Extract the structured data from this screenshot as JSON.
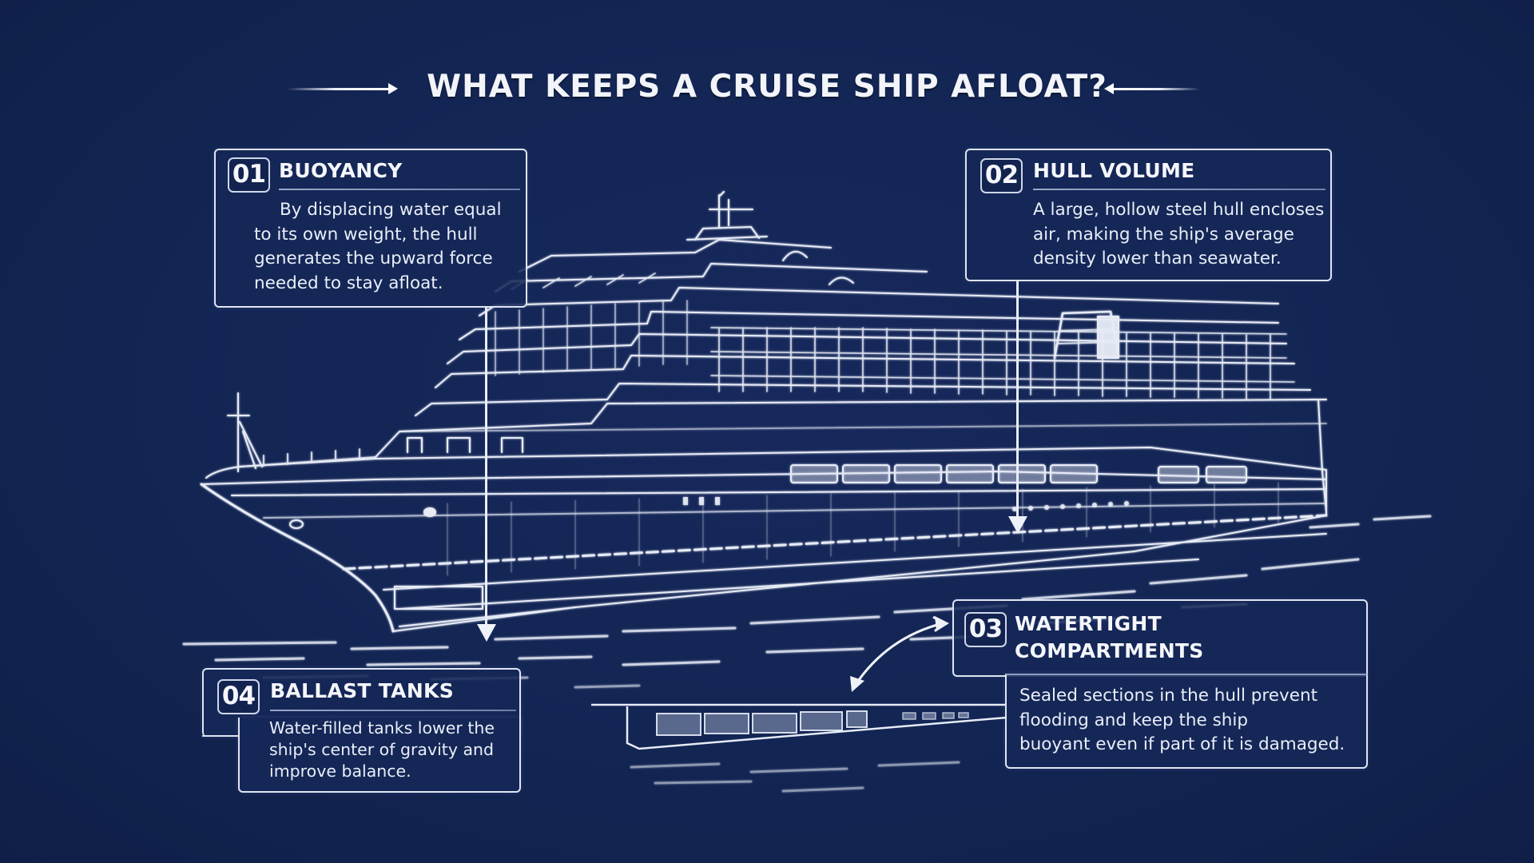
{
  "title": "WHAT KEEPS A CRUISE SHIP AFLOAT?",
  "colors": {
    "background": "#132553",
    "line": "#e9edf7",
    "box_fill": "#162858",
    "text": "#eef2fa"
  },
  "sections": [
    {
      "number": "01",
      "heading": "BUOYANCY",
      "body": "By displacing water equal\nto its own weight, the hull\ngenerates the upward force\nneeded to stay afloat."
    },
    {
      "number": "02",
      "heading": "HULL VOLUME",
      "body": "A large, hollow steel hull encloses\nair, making the ship's average\ndensity lower than seawater."
    },
    {
      "number": "03",
      "heading_line1": "WATERTIGHT",
      "heading_line2": "COMPARTMENTS",
      "body": "Sealed sections in the hull prevent\nflooding and keep the ship\nbuoyant even if part of it is damaged."
    },
    {
      "number": "04",
      "heading": "BALLAST TANKS",
      "body": "Water-filled tanks lower the\nship's center of gravity and\nimprove balance."
    }
  ],
  "illustration": {
    "main": "cruise-ship-blueprint",
    "inset": "hull-compartment-cross-section"
  }
}
